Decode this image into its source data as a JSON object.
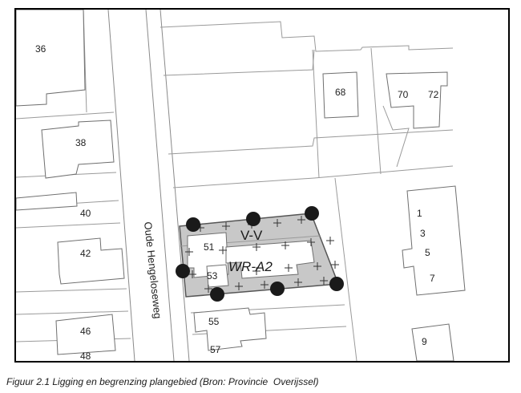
{
  "map": {
    "street_name": "Oude Hengeloseweg",
    "zone_labels": {
      "top": "V-V",
      "main": "WR-A2"
    },
    "house_numbers": {
      "n36": "36",
      "n38": "38",
      "n40": "40",
      "n42": "42",
      "n46": "46",
      "n48": "48",
      "n51": "51",
      "n53": "53",
      "n55": "55",
      "n57": "57",
      "n68": "68",
      "n70": "70",
      "n72": "72",
      "n1": "1",
      "n3": "3",
      "n5": "5",
      "n7": "7",
      "n9": "9"
    },
    "colors": {
      "plan_area_fill": "#c8c8c8",
      "boundary_marker": "#1a1a1a",
      "lot_lines": "#9a9a9a"
    }
  },
  "caption": "Figuur 2.1 Ligging en begrenzing plangebied (Bron: Provincie  Overijssel)"
}
